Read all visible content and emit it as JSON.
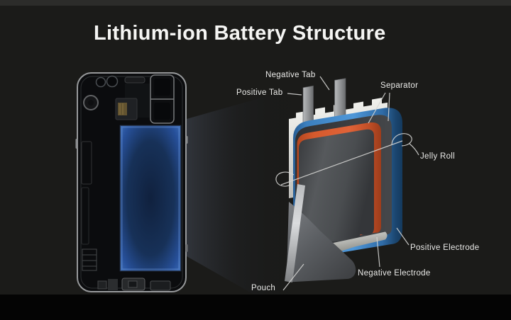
{
  "title": "Lithium-ion Battery Structure",
  "diagram": {
    "labels": {
      "negative_tab": "Negative Tab",
      "positive_tab": "Positive Tab",
      "separator": "Separator",
      "jelly_roll": "Jelly Roll",
      "positive_electrode": "Positive Electrode",
      "negative_electrode": "Negative Electrode",
      "pouch": "Pouch"
    }
  },
  "colors": {
    "background": "#1b1b19",
    "top_strip": "#2c2c2a",
    "bottom_bar": "#040404",
    "title_text": "#f5f5f3",
    "label_text": "#eaeae8",
    "leader_line": "#d6d6d4",
    "positive_electrode_blue": "#4e97d8",
    "negative_electrode_orange": "#d55a2d",
    "separator_gray": "#3a3c3f",
    "jelly_roll_face": "#4d5053",
    "outer_sheet_white": "#e8e8e4",
    "tab_gray": "#a0a2a4",
    "pouch_gray": "#6b6e72",
    "phone_frame": "#97999b",
    "phone_battery_glow": "#2c5aa0"
  }
}
